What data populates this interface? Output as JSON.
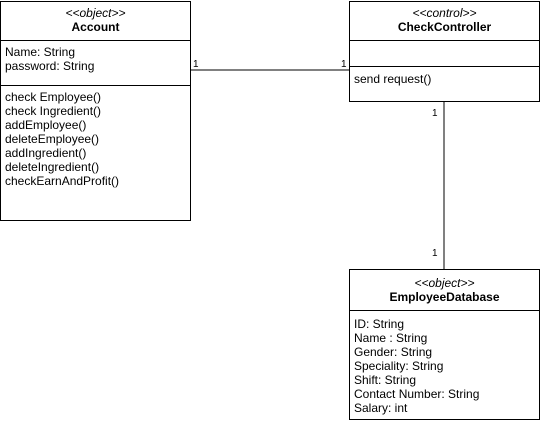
{
  "classes": {
    "account": {
      "stereotype": "<<object>>",
      "name": "Account",
      "attributes": [
        "Name: String",
        "password: String"
      ],
      "operations": [
        "check Employee()",
        "check Ingredient()",
        "addEmployee()",
        "deleteEmployee()",
        "addIngredient()",
        "deleteIngredient()",
        "checkEarnAndProfit()"
      ]
    },
    "check_controller": {
      "stereotype": "<<control>>",
      "name": "CheckController",
      "attributes": [],
      "operations": [
        "send request()"
      ]
    },
    "employee_database": {
      "stereotype": "<<object>>",
      "name": "EmployeeDatabase",
      "attributes": [
        "ID: String",
        "Name : String",
        "Gender: String",
        "Speciality: String",
        "Shift: String",
        "Contact Number: String",
        "Salary: int"
      ]
    }
  },
  "associations": [
    {
      "from": "Account",
      "to": "CheckController",
      "from_multiplicity": "1",
      "to_multiplicity": "1"
    },
    {
      "from": "CheckController",
      "to": "EmployeeDatabase",
      "from_multiplicity": "1",
      "to_multiplicity": "1"
    }
  ]
}
